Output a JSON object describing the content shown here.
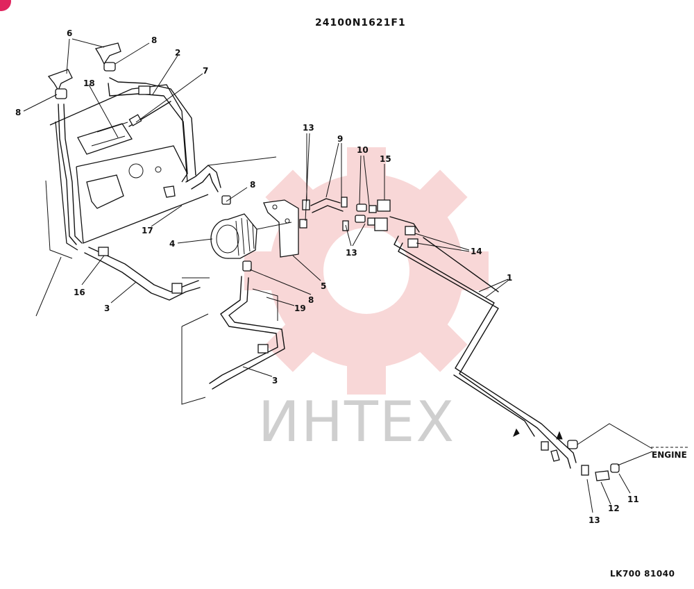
{
  "header": {
    "part_number": "24100N1621F1"
  },
  "footer": {
    "drawing_code": "LK700 81040"
  },
  "watermark": {
    "text": "ИНТЕХ",
    "color": "#f4b8b8"
  },
  "labels": {
    "engine": "ENGINE",
    "l1": "1",
    "l2": "2",
    "l3a": "3",
    "l3b": "3",
    "l4": "4",
    "l5": "5",
    "l6": "6",
    "l7": "7",
    "l8a": "8",
    "l8b": "8",
    "l8c": "8",
    "l8d": "8",
    "l9": "9",
    "l10": "10",
    "l11": "11",
    "l12": "12",
    "l13a": "13",
    "l13b": "13",
    "l13c": "13",
    "l14": "14",
    "l15": "15",
    "l16": "16",
    "l17": "17",
    "l18": "18",
    "l19": "19"
  }
}
